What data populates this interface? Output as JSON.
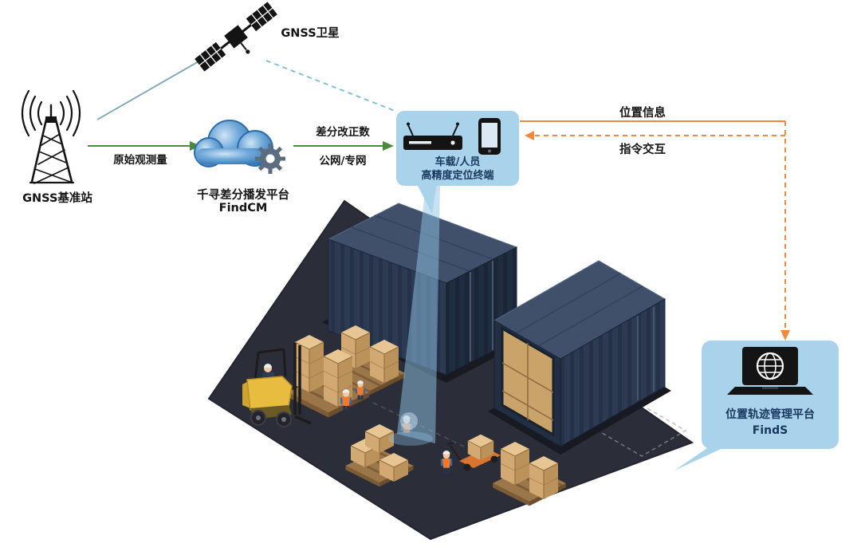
{
  "diagram": {
    "satellite": {
      "label": "GNSS卫星"
    },
    "base_station": {
      "label": "GNSS基准站"
    },
    "cloud_platform": {
      "name": "千寻差分播发平台",
      "product": "FindCM"
    },
    "terminal": {
      "line1": "车载/人员",
      "line2": "高精度定位终端"
    },
    "management_platform": {
      "name": "位置轨迹管理平台",
      "product": "FindS"
    },
    "links": {
      "raw_observation": "原始观测量",
      "corrections_line1": "差分改正数",
      "corrections_line2": "公网/专网",
      "position_info": "位置信息",
      "command_exchange": "指令交互"
    },
    "colors": {
      "link_green": "#4c8b3b",
      "link_orange": "#ee8a3f",
      "satellite_link_solid": "#7aa5b5",
      "satellite_link_dashed": "#7bbccb",
      "panel_background": "#a9d3ea",
      "panel_text": "#17375e"
    }
  }
}
